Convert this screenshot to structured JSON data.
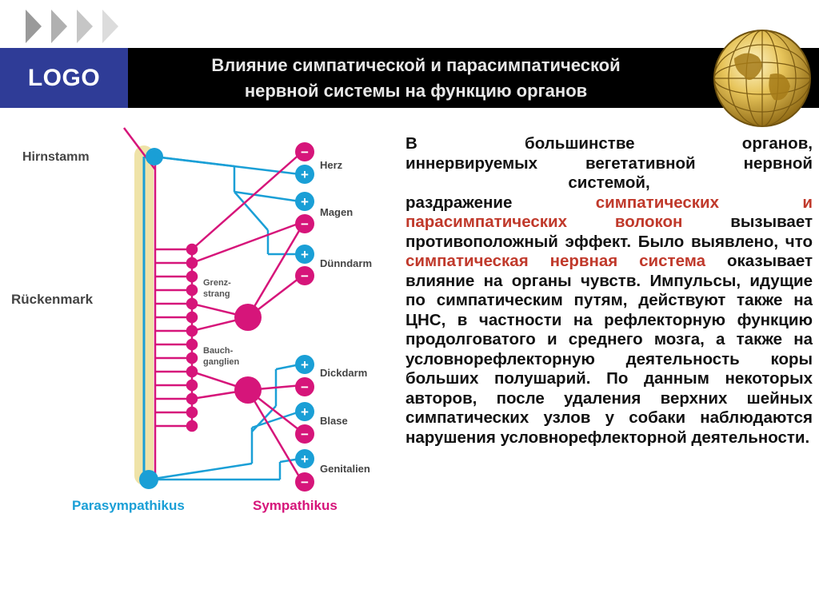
{
  "header": {
    "logo_text": "LOGO",
    "title_line1": "Влияние симпатической и парасимпатической",
    "title_line2": "нервной системы на функцию органов",
    "bar_color": "#000000",
    "logo_color": "#2f3c97"
  },
  "diagram": {
    "labels": {
      "hirnstamm": "Hirnstamm",
      "rueckenmark": "Rückenmark",
      "grenzstrang_1": "Grenz-",
      "grenzstrang_2": "strang",
      "bauch_1": "Bauch-",
      "bauch_2": "ganglien",
      "parasympathikus": "Parasympathikus",
      "sympathikus": "Sympathikus"
    },
    "organs": [
      "Herz",
      "Magen",
      "Dünndarm",
      "Dickdarm",
      "Blase",
      "Genitalien"
    ],
    "signs": {
      "plus": "+",
      "minus": "−"
    },
    "colors": {
      "parasympathetic": "#1a9fd6",
      "sympathetic": "#d6157a",
      "spine": "#efe3a8"
    }
  },
  "text": {
    "p1_line1": "В большинстве органов,",
    "p1_line2": "иннервируемых вегетативной нервной",
    "p1_line3": "системой,",
    "p2_a": "раздражение ",
    "p2_hl1": "симпатических и парасимпатических волокон",
    "p2_b": " вызывает противоположный эффект. Было выявлено, что ",
    "p2_hl2": "симпатическая нервная система",
    "p2_c": " оказывает влияние на органы чувств. Импульсы, идущие по симпатическим путям, действуют также на ЦНС, в частности на рефлекторную функцию продолговатого и среднего мозга, а также на условнорефлекторную деятельность коры больших полушарий. По данным некоторых авторов, после удаления верхних шейных симпатических узлов у собаки наблюдаются нарушения условнорефлекторной деятельности.",
    "highlight_color": "#c0392b"
  }
}
